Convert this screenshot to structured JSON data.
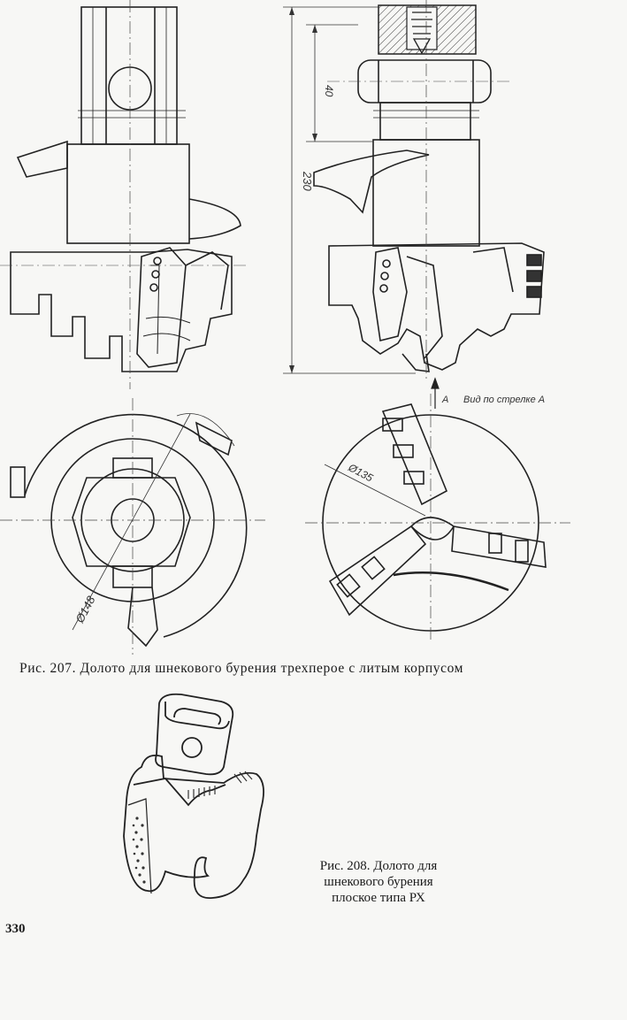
{
  "figure207": {
    "caption": "Рис. 207. Долото для шнекового бурения трехперое с литым корпусом",
    "dimensions": {
      "height_top": "40",
      "height_total": "230",
      "diameter_left": "Ø148",
      "diameter_right": "Ø135"
    },
    "arrow_label": "A",
    "view_label": "Вид по стрелке А"
  },
  "figure208": {
    "caption_lines": [
      "Рис. 208. Долото для",
      "шнекового бурения",
      "плоское типа РХ"
    ]
  },
  "page_number": "330"
}
